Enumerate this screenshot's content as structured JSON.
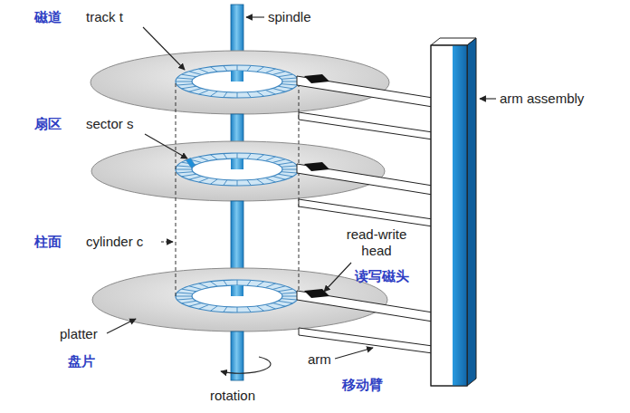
{
  "diagram": {
    "labels": [
      "磁道",
      "track t",
      "spindle",
      "扇区",
      "sector s",
      "arm assembly",
      "柱面",
      "cylinder c",
      "read-write head",
      "读写磁头",
      "platter",
      "盘片",
      "arm",
      "移动臂",
      "rotation"
    ]
  }
}
